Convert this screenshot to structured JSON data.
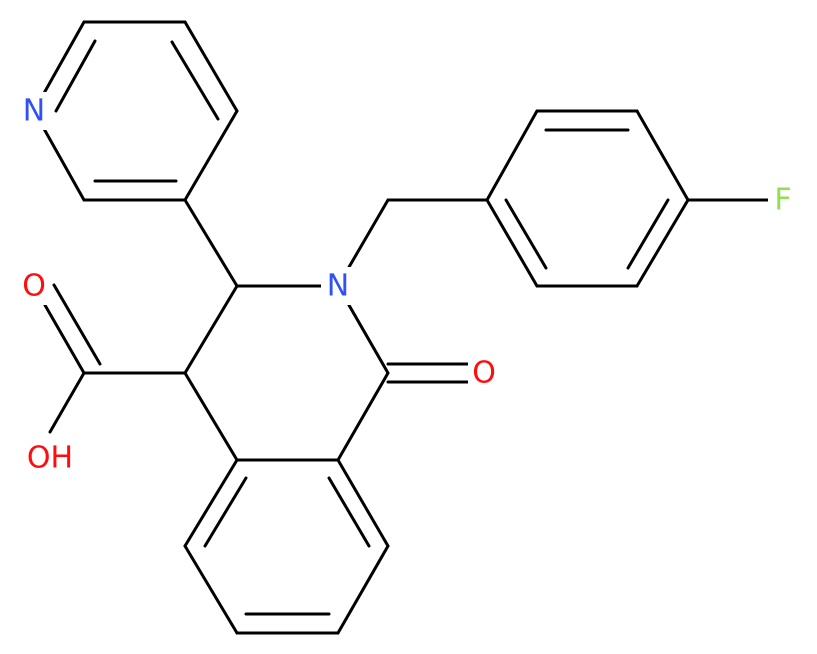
{
  "molecule": {
    "atom_labels": {
      "pyridine_n": "N",
      "amide_n": "N",
      "fluorine": "F",
      "carbonyl_o_acid": "O",
      "hydroxyl": "OH",
      "carbonyl_o_lactam": "O"
    },
    "colors": {
      "bond": "#000000",
      "nitrogen": "#3050f8",
      "oxygen": "#ff0d0d",
      "fluorine": "#90e050"
    }
  }
}
